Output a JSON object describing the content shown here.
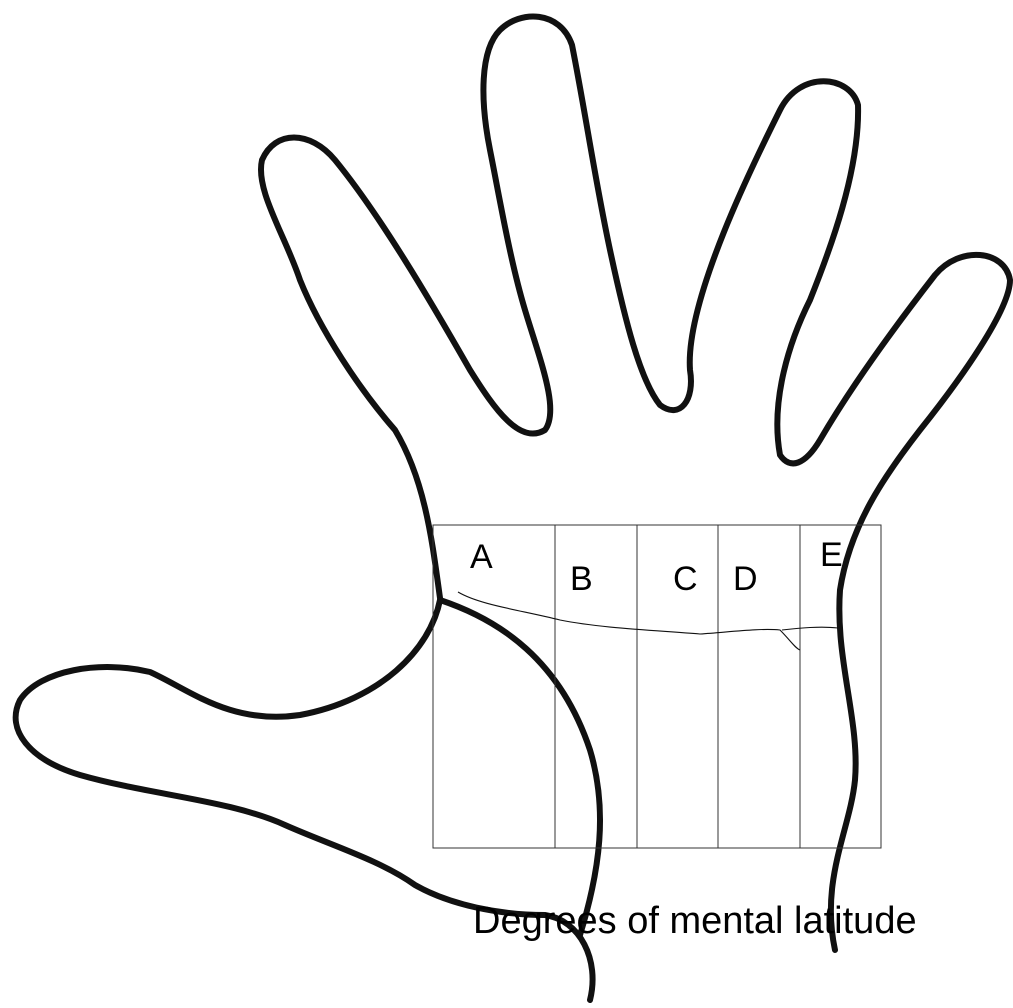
{
  "diagram": {
    "zones": [
      "A",
      "B",
      "C",
      "D",
      "E"
    ],
    "caption": "Degrees of mental latitude"
  }
}
